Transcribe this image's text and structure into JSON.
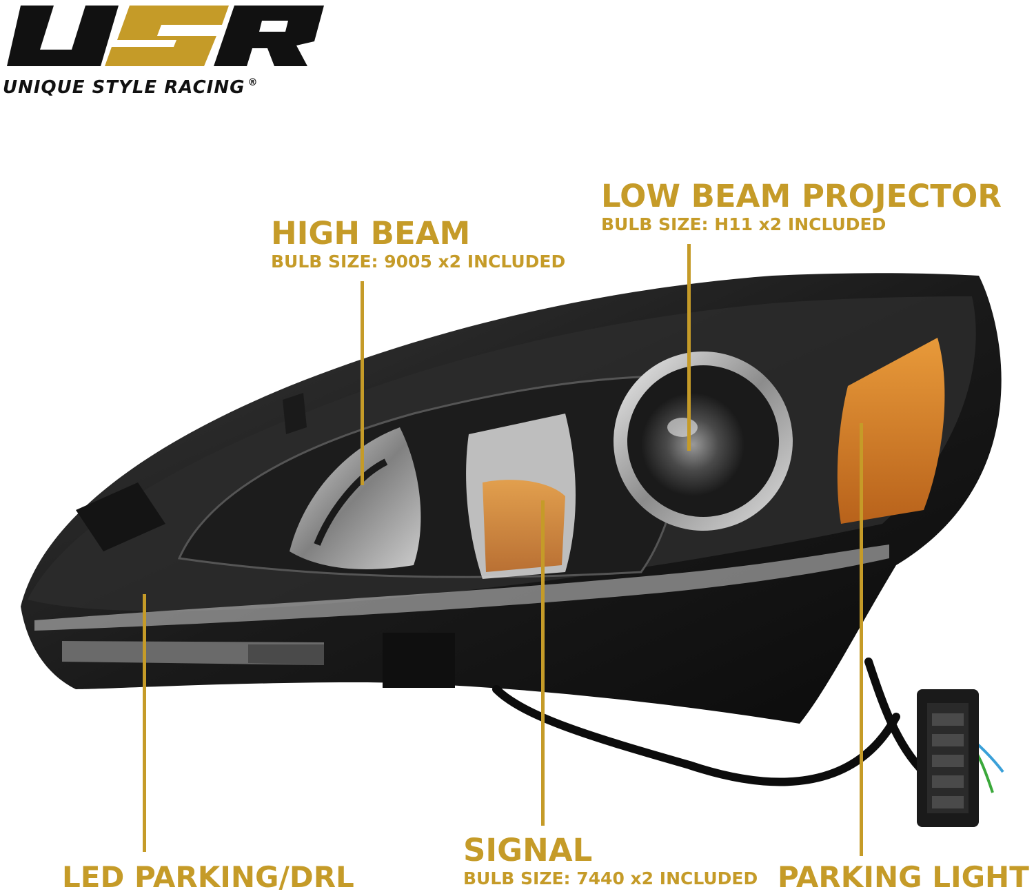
{
  "brand": {
    "tagline": "UNIQUE STYLE RACING",
    "registered": "®",
    "mark_text": "USR"
  },
  "colors": {
    "accent": "#c59b28",
    "logo_black": "#111111",
    "lamp_body": "#141414",
    "amber": "#d9822b"
  },
  "callouts": {
    "low_beam": {
      "title": "LOW BEAM PROJECTOR",
      "sub": "BULB SIZE: H11 x2 INCLUDED"
    },
    "high_beam": {
      "title": "HIGH BEAM",
      "sub": "BULB SIZE: 9005 x2 INCLUDED"
    },
    "signal": {
      "title": "SIGNAL",
      "sub": "BULB SIZE: 7440 x2 INCLUDED"
    },
    "led_parking": {
      "title": "LED PARKING/DRL"
    },
    "parking_light": {
      "title": "PARKING LIGHT"
    }
  }
}
